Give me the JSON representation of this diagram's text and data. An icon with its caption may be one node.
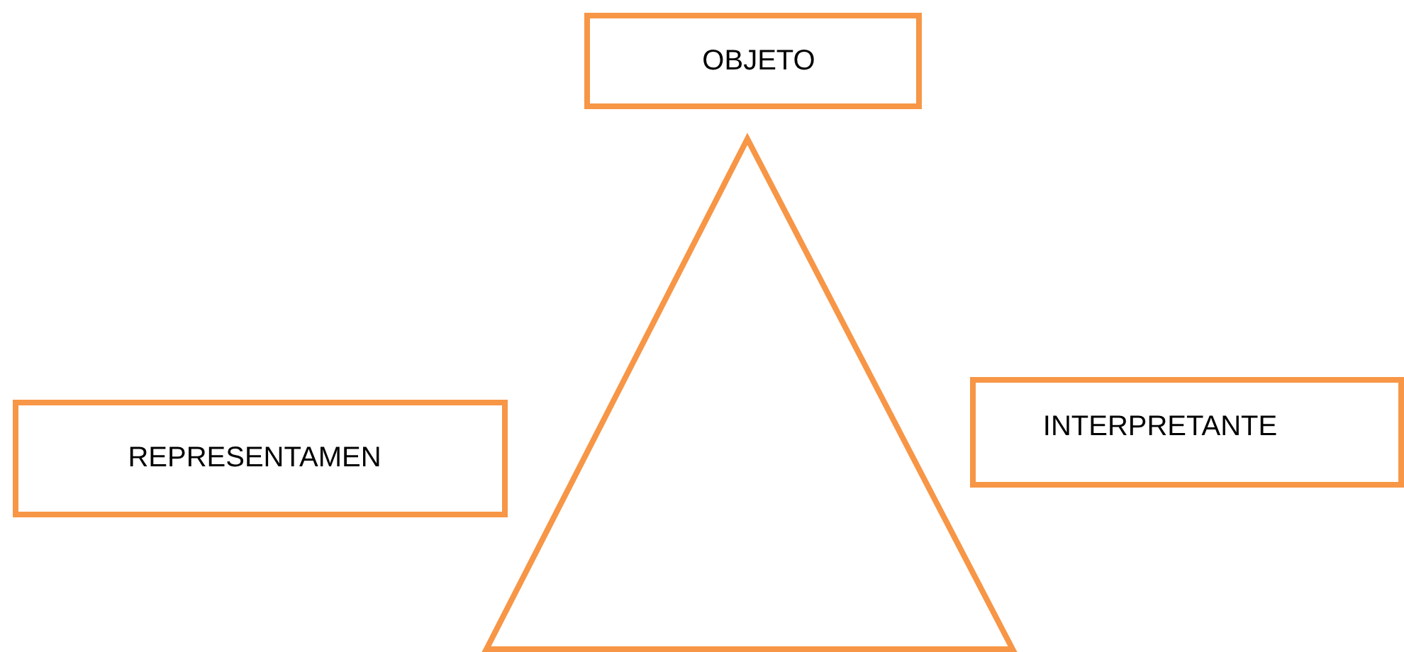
{
  "diagram": {
    "nodes": [
      {
        "text": [
          "OBJETO"
        ]
      },
      {
        "text": [
          "REPRESENTAMEN"
        ]
      },
      {
        "text": [
          "INTERPRETANTE"
        ]
      }
    ]
  }
}
